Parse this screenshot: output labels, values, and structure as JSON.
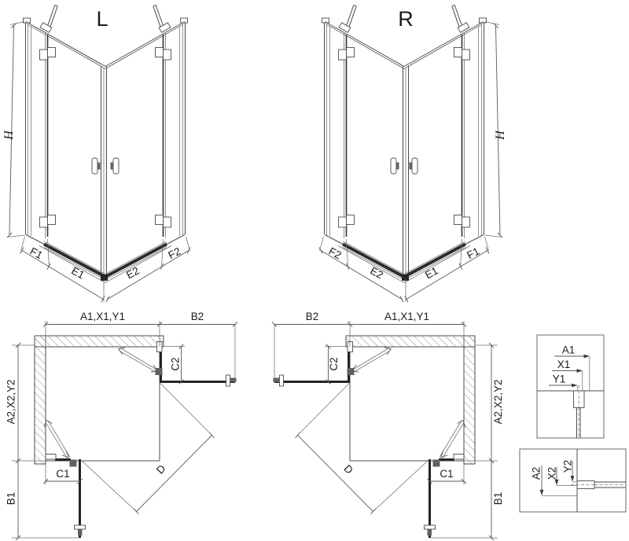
{
  "colors": {
    "line": "#4b4b4b",
    "thin": "#6e6e6e",
    "thick": "#242424",
    "text": "#1c1c1c",
    "background": "#ffffff"
  },
  "iso_left": {
    "title": "L",
    "height_label": "H",
    "left_fixed": "F1",
    "left_door": "E1",
    "right_door": "E2",
    "right_fixed": "F2"
  },
  "iso_right": {
    "title": "R",
    "height_label": "H",
    "left_fixed": "F2",
    "left_door": "E2",
    "right_door": "E1",
    "right_fixed": "F1"
  },
  "plan_left": {
    "width_label": "A1,X1,Y1",
    "side_ext_label": "B2",
    "top_fixed_label": "C2",
    "depth_label": "A2,X2,Y2",
    "bottom_fixed_label": "C1",
    "bottom_ext_label": "B1",
    "diagonal_label": "D"
  },
  "plan_right": {
    "width_label": "A1,X1,Y1",
    "side_ext_label": "B2",
    "top_fixed_label": "C2",
    "depth_label": "A2,X2,Y2",
    "bottom_fixed_label": "C1",
    "bottom_ext_label": "B1",
    "diagonal_label": "D"
  },
  "detail_width": {
    "a": "A1",
    "x": "X1",
    "y": "Y1"
  },
  "detail_depth": {
    "a": "A2",
    "x": "X2",
    "y": "Y2"
  }
}
